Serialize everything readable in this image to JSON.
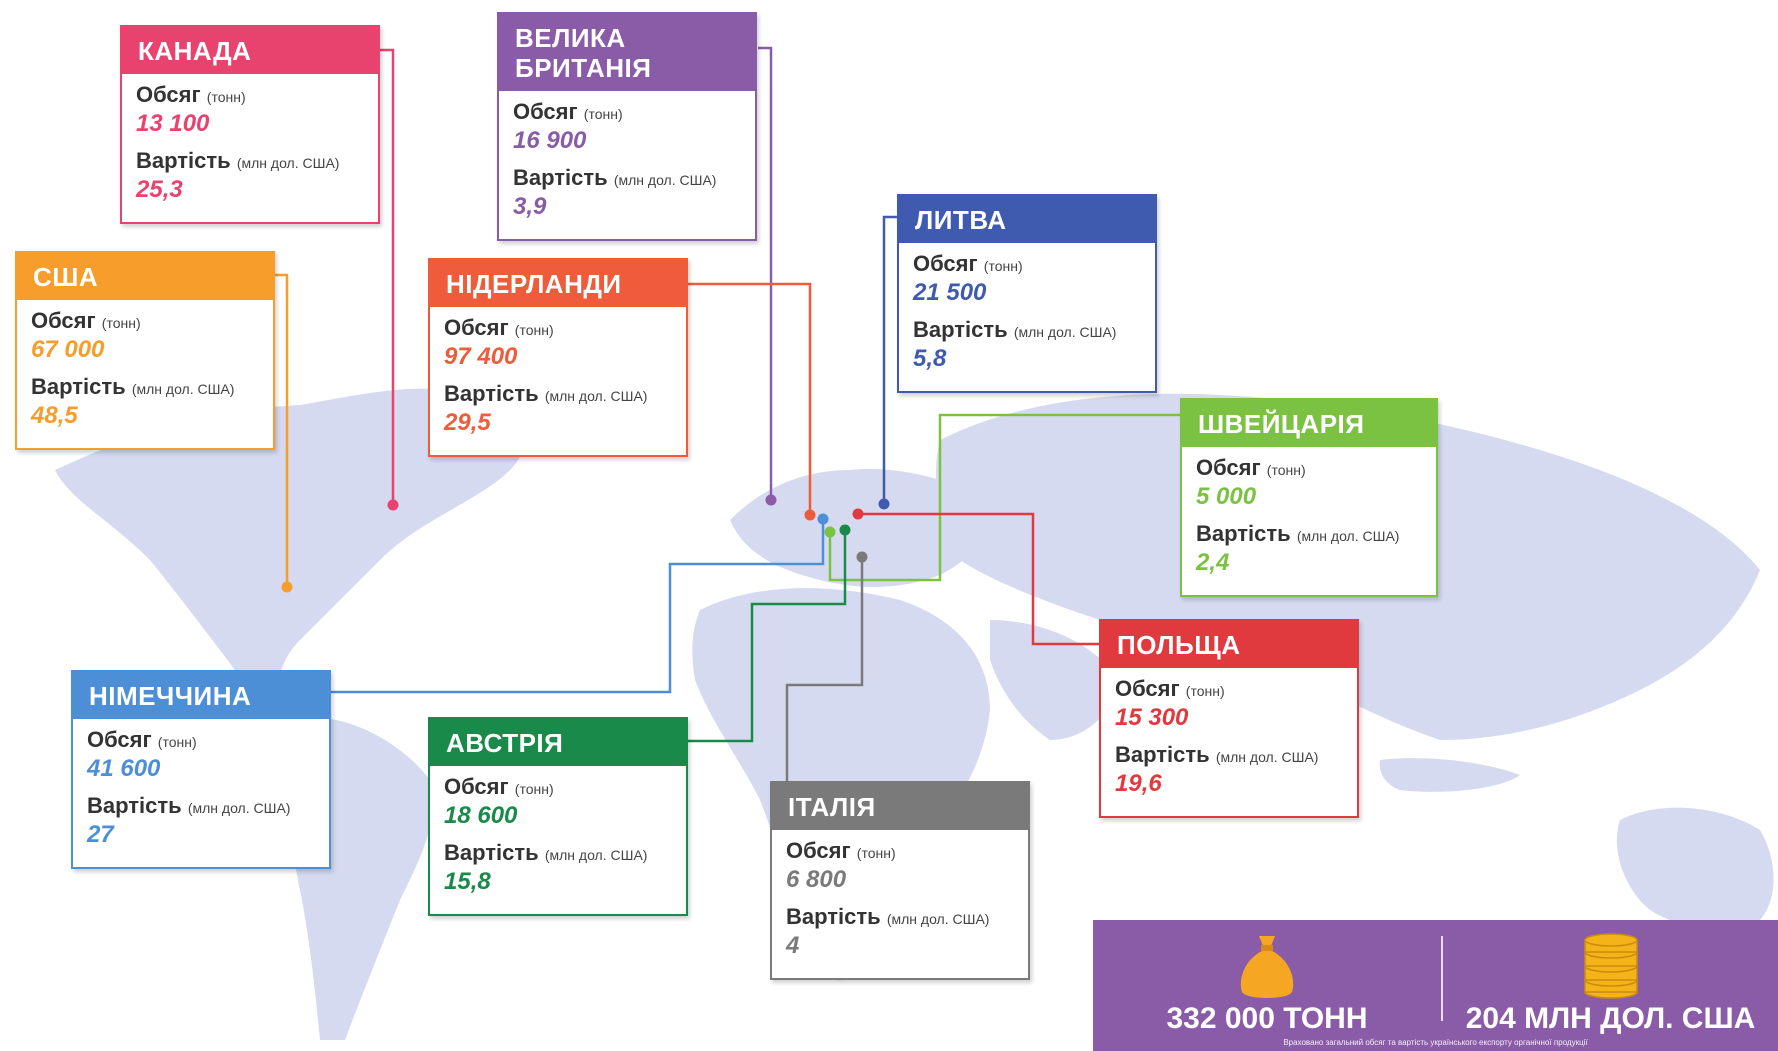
{
  "labels": {
    "volume": "Обсяг",
    "volume_unit": "(тонн)",
    "value": "Вартість",
    "value_unit": "(млн дол. США)"
  },
  "countries": [
    {
      "id": "canada",
      "name": "КАНАДА",
      "color": "#e8426f",
      "volume": "13 100",
      "value": "25,3"
    },
    {
      "id": "uk",
      "name": "ВЕЛИКА БРИТАНІЯ",
      "color": "#8a5ca8",
      "volume": "16 900",
      "value": "3,9"
    },
    {
      "id": "usa",
      "name": "США",
      "color": "#f79d2b",
      "volume": "67 000",
      "value": "48,5"
    },
    {
      "id": "netherlands",
      "name": "НІДЕРЛАНДИ",
      "color": "#ee5c3c",
      "volume": "97 400",
      "value": "29,5"
    },
    {
      "id": "lithuania",
      "name": "ЛИТВА",
      "color": "#3f5bb0",
      "volume": "21 500",
      "value": "5,8"
    },
    {
      "id": "switzerland",
      "name": "ШВЕЙЦАРІЯ",
      "color": "#7cc242",
      "volume": "5 000",
      "value": "2,4"
    },
    {
      "id": "germany",
      "name": "НІМЕЧЧИНА",
      "color": "#4c8fd6",
      "volume": "41 600",
      "value": "27"
    },
    {
      "id": "austria",
      "name": "АВСТРІЯ",
      "color": "#1a8a4a",
      "volume": "18 600",
      "value": "15,8"
    },
    {
      "id": "italy",
      "name": "ІТАЛІЯ",
      "color": "#7a7a7a",
      "volume": "6 800",
      "value": "4"
    },
    {
      "id": "poland",
      "name": "ПОЛЬЩА",
      "color": "#e03a3e",
      "volume": "15 300",
      "value": "19,6"
    }
  ],
  "summary": {
    "total_volume": "332 000  ТОНН",
    "total_value": "204 МЛН ДОЛ. США",
    "note": "Враховано загальний обсяг та вартість українського експорту органічної продукції",
    "icons": [
      "money-bag-icon",
      "coins-stack-icon"
    ],
    "color": "#8a5ca8"
  },
  "map_color": "#d6daf0"
}
